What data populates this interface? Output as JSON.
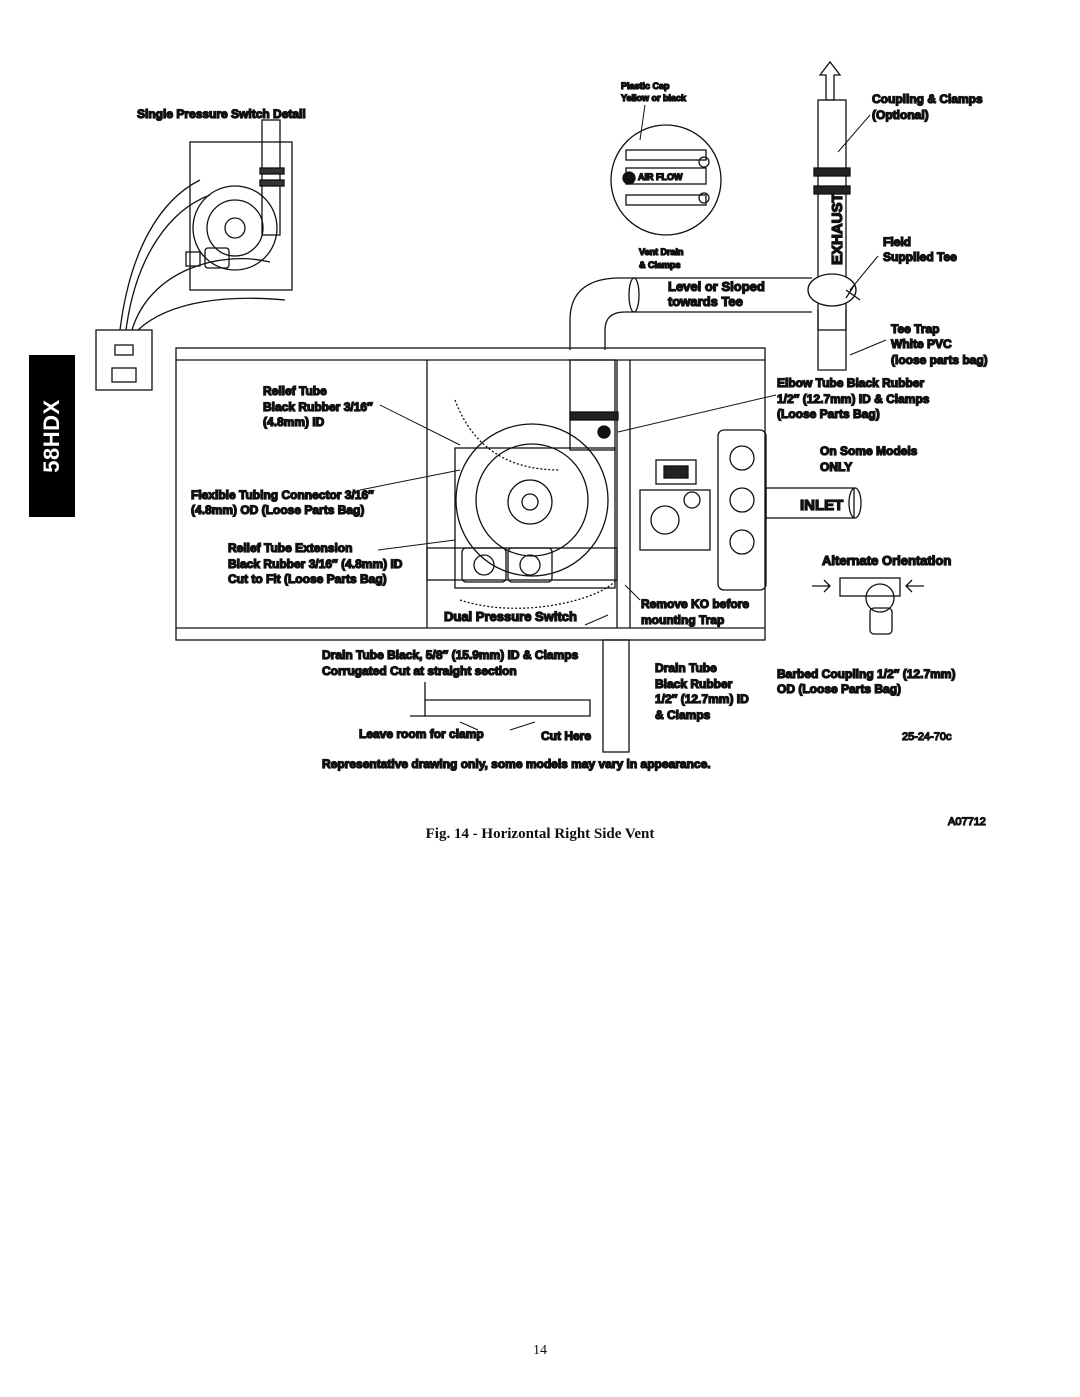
{
  "side_tab": "58HDX",
  "labels": {
    "single_pressure_switch": "Single Pressure Switch  Detail",
    "plastic_cap_1": "Plastic  Cap",
    "plastic_cap_2": "Yellow or black",
    "air_flow": "AIR FLOW",
    "vent_drain_1": "Vent Drain",
    "vent_drain_2": "& Clamps",
    "coupling_1": "Coupling & Clamps",
    "coupling_2": "(Optional)",
    "exhaust": "EXHAUST",
    "field_1": "Field",
    "field_2": "Supplied Tee",
    "level_1": "Level or Sloped",
    "level_2": "towards Tee",
    "tee_trap_1": "Tee Trap",
    "tee_trap_2": "White PVC",
    "tee_trap_3": "(loose parts bag)",
    "elbow_1": "Elbow Tube Black Rubber",
    "elbow_2": "1/2″ (12.7mm) ID & Clamps",
    "elbow_3": "(Loose Parts Bag)",
    "relief_1": "Relief Tube",
    "relief_2": "Black Rubber  3/16″",
    "relief_3": "(4.8mm) ID",
    "on_some_1": "On Some Models",
    "on_some_2": "ONLY",
    "inlet": "INLET",
    "flex_1": "Flexible Tubing Connector 3/16″",
    "flex_2": "(4.8mm) OD (Loose Parts Bag)",
    "relief_ext_1": "Relief Tube Extension",
    "relief_ext_2": "Black Rubber 3/16″ (4.8mm) ID",
    "relief_ext_3": "Cut to Fit (Loose Parts Bag)",
    "alternate": "Alternate Orientation",
    "dual_pressure": "Dual Pressure Switch",
    "remove_ko_1": "Remove KO before",
    "remove_ko_2": "mounting Trap",
    "drain_black_1": "Drain Tube Black, 5/8″ (15.9mm) ID  & Clamps",
    "drain_black_2": "Corrugated Cut at straight section",
    "drain_tube_1": "Drain Tube",
    "drain_tube_2": "Black Rubber",
    "drain_tube_3": "1/2″ (12.7mm) ID",
    "drain_tube_4": "& Clamps",
    "barbed_1": "Barbed Coupling 1/2″ (12.7mm)",
    "barbed_2": "OD (Loose Parts Bag)",
    "leave_room": "Leave room for clamp",
    "cut_here": "Cut Here",
    "code_1": "25-24-70c",
    "representative": "Representative drawing only, some models may vary in appearance.",
    "code_2": "A07712"
  },
  "caption": "Fig. 14 - Horizontal Right Side Vent",
  "page_number": "14"
}
